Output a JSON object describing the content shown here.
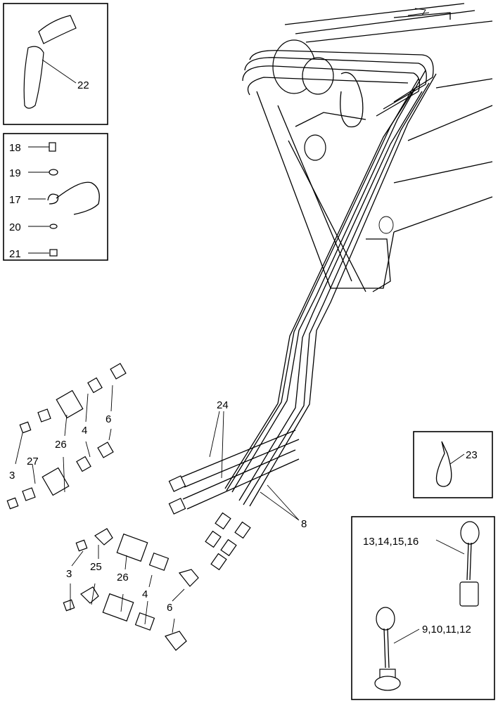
{
  "callouts": {
    "c22": "22",
    "c18": "18",
    "c19": "19",
    "c17": "17",
    "c20": "20",
    "c21": "21",
    "c24": "24",
    "c26a": "26",
    "c4a": "4",
    "c6a": "6",
    "c3a": "3",
    "c27": "27",
    "c23": "23",
    "c8": "8",
    "c13": "13,14,15,16",
    "c3b": "3",
    "c25": "25",
    "c26b": "26",
    "c4b": "4",
    "c6b": "6",
    "c9": "9,10,11,12"
  }
}
